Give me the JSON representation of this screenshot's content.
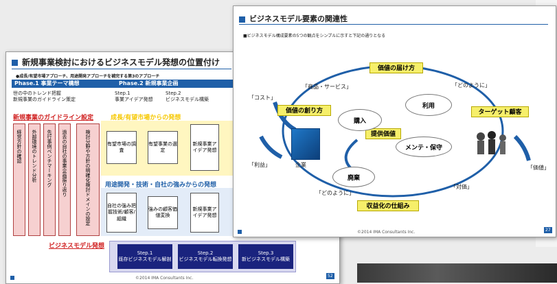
{
  "left": {
    "title": "新規事業検討におけるビジネスモデル発想の位置付け",
    "subtitle": "●成長/有望市場アプローチ、用途開発アプローチを補完する第3のアプローチ",
    "phase1": "Phase.1 事業テーマ構想",
    "phase2": "Phase.2 新規事業企画",
    "row2_left": "世の中のトレンド把握\n新規事業のガイドライン策定",
    "step1": "Step.1\n事業アイデア発想",
    "step2": "Step.2\nビジネスモデル構築",
    "guideline": "新規事業のガイドライン設定",
    "growth": "成長/有望市場からの発想",
    "usage": "用途開発・技術・自社の強みからの発想",
    "vcols": [
      "経営方針の確認",
      "外部環境のトレンド分析",
      "先行事例ベンチマーキング",
      "過去の自社の事業企画振り返り",
      "検討分野や方針の明確化検討ドメインの設定"
    ],
    "box_a": "有望市場の調査",
    "box_b": "有望事業の選定",
    "box_c": "新規事業アイデア発想",
    "box_d": "自社の強み把握技術/顧客/組織",
    "box_e": "強みの顧客価値変換",
    "box_f": "新規事業アイデア発想",
    "bm": "ビジネスモデル発想",
    "bsteps": [
      "Step.1\n既存ビジネスモデル解剖",
      "Step.2\nビジネスモデル転換発想",
      "Step.3\n新ビジネスモデル構築"
    ],
    "footer": "©2014 IMA Consultants Inc.",
    "page": "52"
  },
  "right": {
    "title": "ビジネスモデル要素の関連性",
    "subtitle": "■ビジネスモデル構成要素の5つの観点をシンプルに示すと下記の通りとなる",
    "top_box": "価値の届け方",
    "left_box": "価値の創り方",
    "right_box": "ターゲット顧客",
    "bottom_box": "収益化の仕組み",
    "mid_box": "提供価値",
    "q_product": "「商品・サービス」",
    "q_how1": "「どのように」",
    "q_cost": "「コスト」",
    "q_profit": "「利益」",
    "q_value": "「価値」",
    "q_price": "「対価」",
    "q_how2": "「どのように」",
    "company": "企業",
    "ovals": [
      "購入",
      "利用",
      "メンテ・保守",
      "廃棄"
    ],
    "footer": "©2014 IMA Consultants Inc.",
    "page": "27"
  },
  "colors": {
    "accent": "#1f5fa8",
    "yellow": "#f6ef6a",
    "pink": "#f6d0d0",
    "red": "#d02020"
  }
}
